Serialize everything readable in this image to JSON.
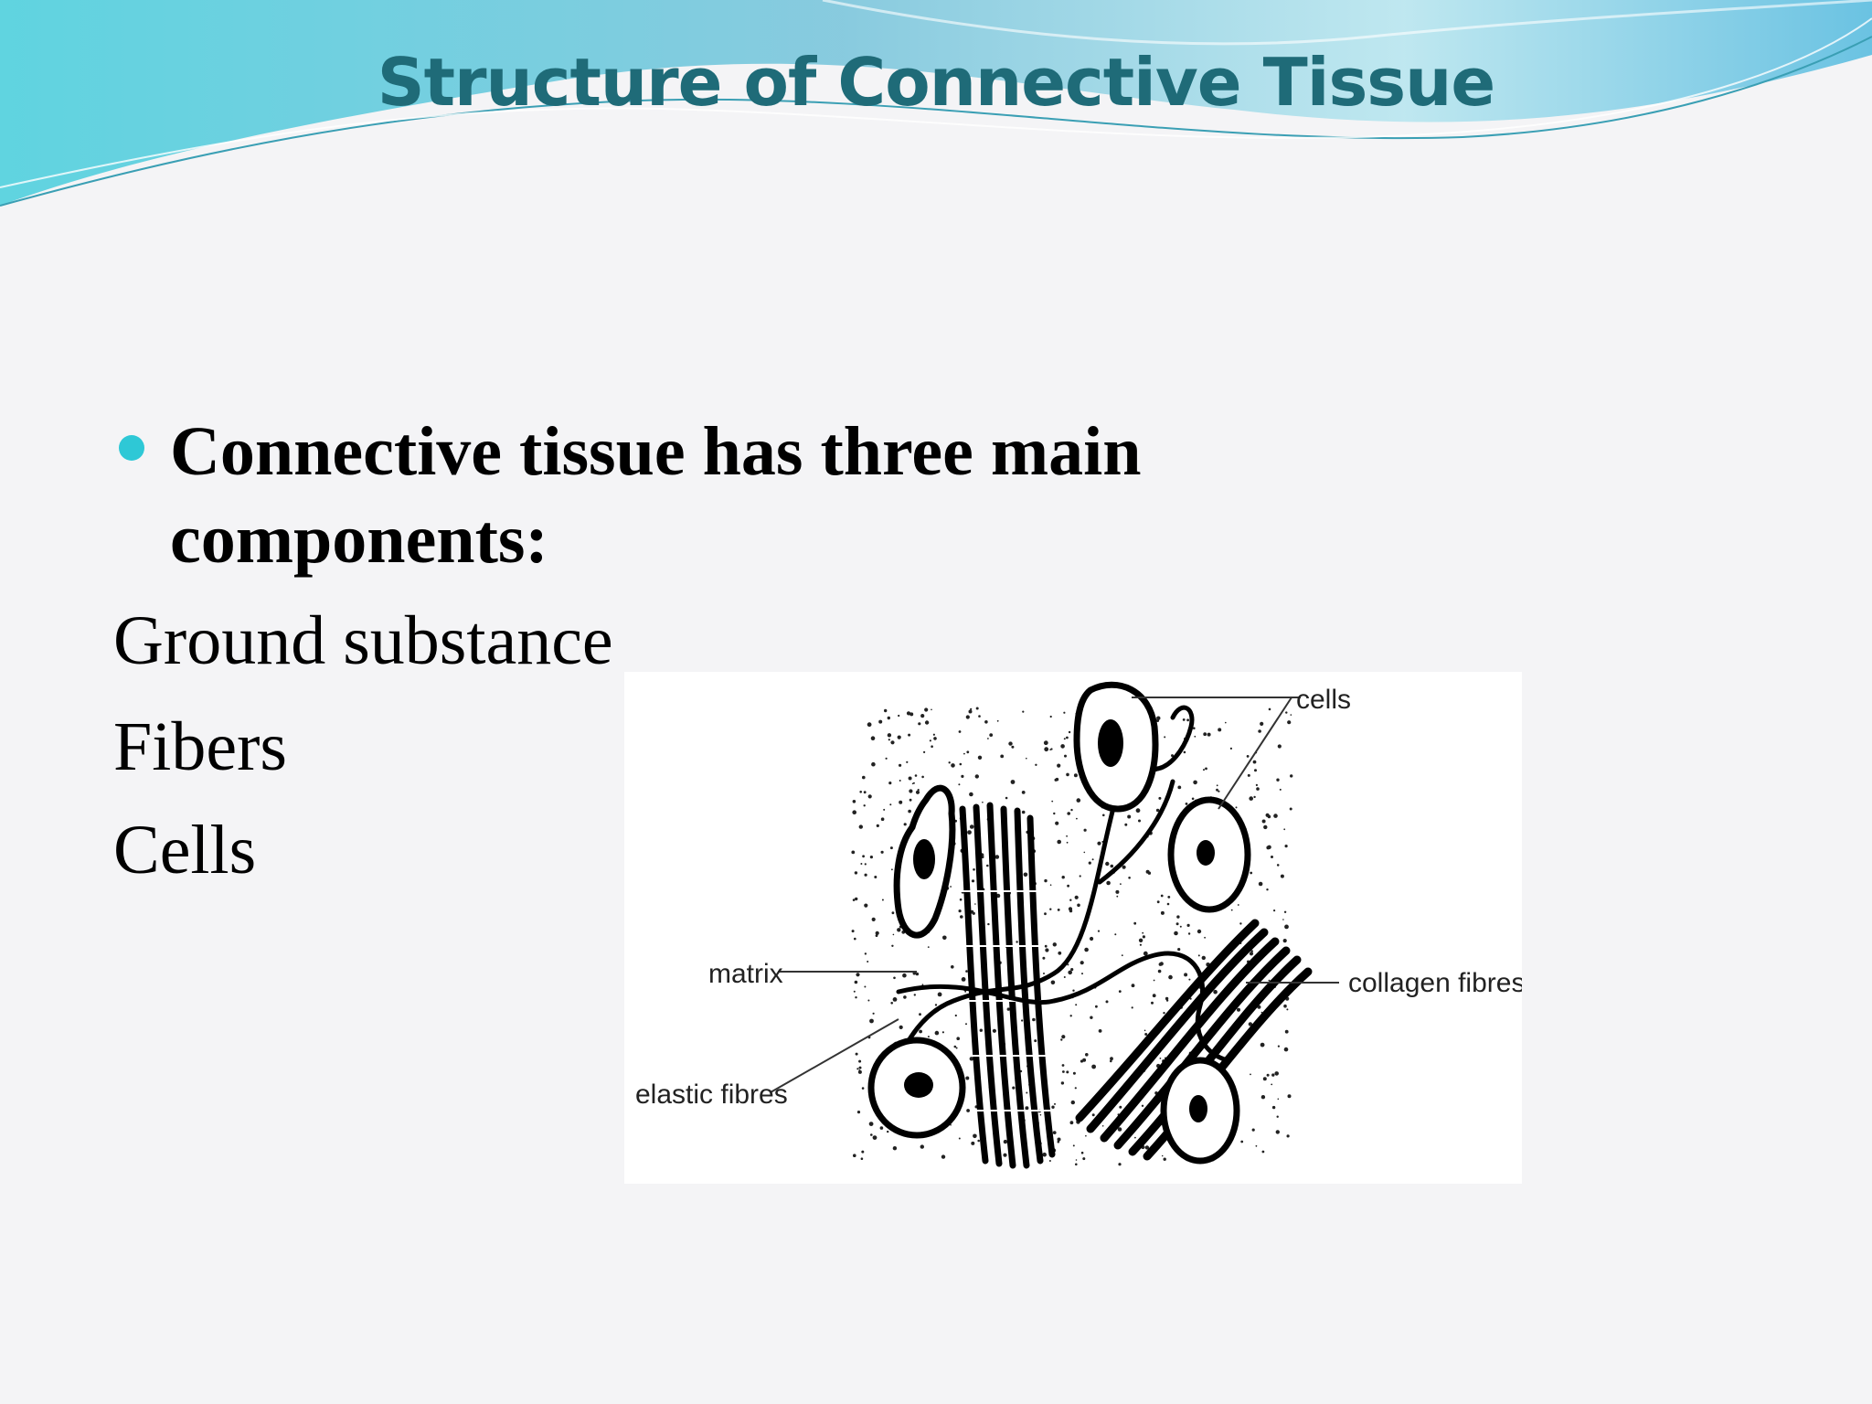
{
  "slide": {
    "title": "Structure of Connective Tissue",
    "bullet": "Connective tissue has three main components:",
    "items": [
      "Ground substance",
      "Fibers",
      "Cells"
    ]
  },
  "diagram": {
    "labels": {
      "cells": "cells",
      "matrix": "matrix",
      "collagen": "collagen fibres",
      "elastic": "elastic fibres"
    }
  },
  "colors": {
    "title": "#1f6b78",
    "bullet": "#2ec8d6",
    "wave": "#5bc4dc"
  }
}
